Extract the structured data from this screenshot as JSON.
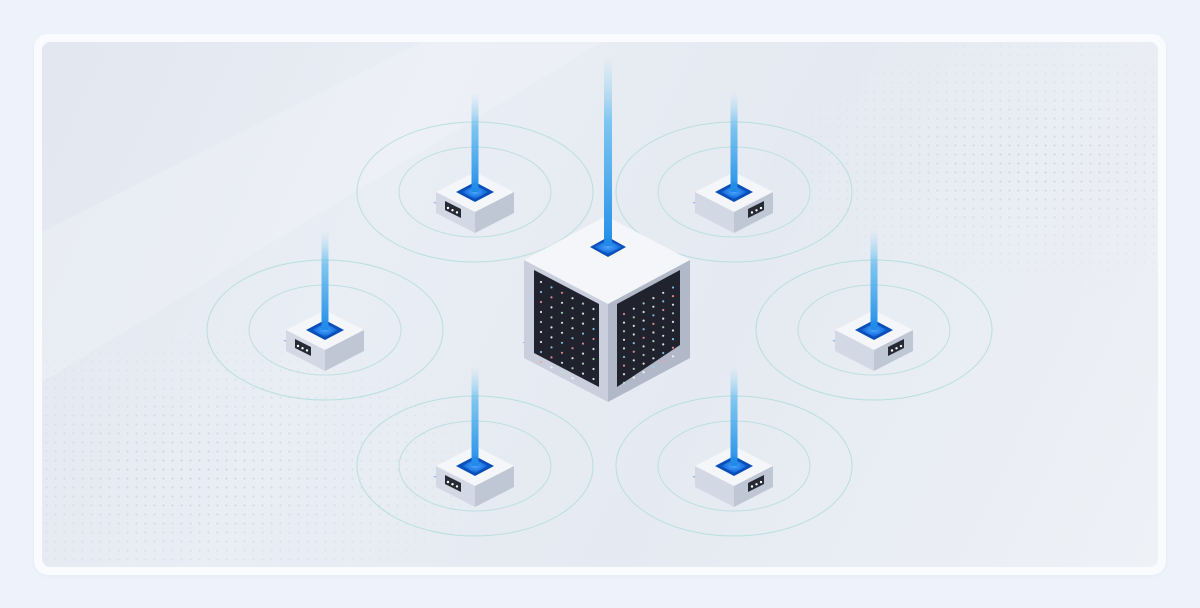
{
  "illustration": {
    "subject": "",
    "nodes": [
      {
        "id": "node-top-left"
      },
      {
        "id": "node-top-right"
      },
      {
        "id": "node-middle-left"
      },
      {
        "id": "node-middle-right"
      },
      {
        "id": "node-bottom-left"
      },
      {
        "id": "node-bottom-right"
      }
    ],
    "colors": {
      "page_background": "#eef3fb",
      "frame": "#f9fbfe",
      "panel": "#e5eaf2",
      "cube_top": "#f4f6fa",
      "cube_left": "#c9cfdc",
      "cube_right": "#b4bccb",
      "screen": "#20232d",
      "accent_blue": "#1173e6",
      "beam": "#2fa6e8",
      "ring": "#8fd6d2"
    }
  }
}
